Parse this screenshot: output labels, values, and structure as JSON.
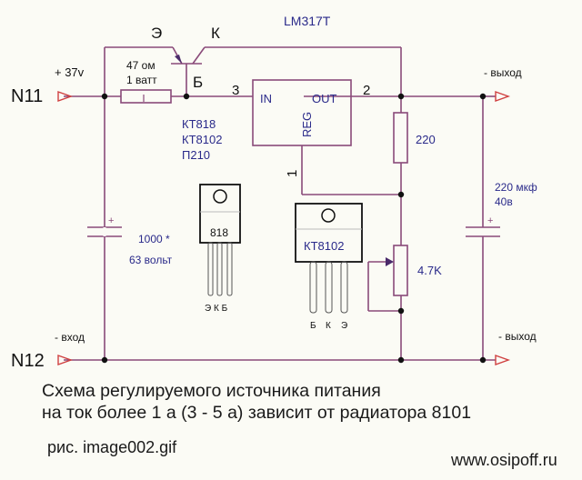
{
  "diagram": {
    "title": "LM317T",
    "nodes": {
      "top": "N11",
      "bottom": "N12"
    },
    "input_voltage": "+ 37v",
    "input_label": "- вход",
    "output_label_top": "- выход",
    "output_label_bottom": "- выход",
    "transistor": {
      "emitter": "Э",
      "collector": "К",
      "base": "Б",
      "types": [
        "КТ818",
        "КТ8102",
        "П210"
      ]
    },
    "resistor_r1": {
      "value": "47 ом",
      "power": "1 ватт"
    },
    "regulator": {
      "pin_in": "IN",
      "pin_out": "OUT",
      "pin_reg": "REG",
      "pin_in_num": "3",
      "pin_out_num": "2",
      "pin_reg_num": "1"
    },
    "resistor_r2": {
      "value": "220"
    },
    "potentiometer": {
      "value": "4.7K"
    },
    "cap_input": {
      "value": "1000 *",
      "voltage": "63 вольт"
    },
    "cap_output": {
      "value": "220 мкф",
      "voltage": "40в"
    },
    "package_818": {
      "label": "818",
      "pins": "Э К Б"
    },
    "package_8102": {
      "label": "КТ8102",
      "pins": [
        "Б",
        "К",
        "Э"
      ]
    },
    "colors": {
      "wire": "#8a4a7a",
      "wire_red": "#d04040",
      "text_blue": "#2a2a8a",
      "text_black": "#111111"
    }
  },
  "caption": {
    "line1": "Схема регулируемого источника питания",
    "line2": "на ток более 1 а (3 - 5 а) зависит от радиатора 8101"
  },
  "figure_label": "рис.  image002.gif",
  "website": "www.osipoff.ru"
}
